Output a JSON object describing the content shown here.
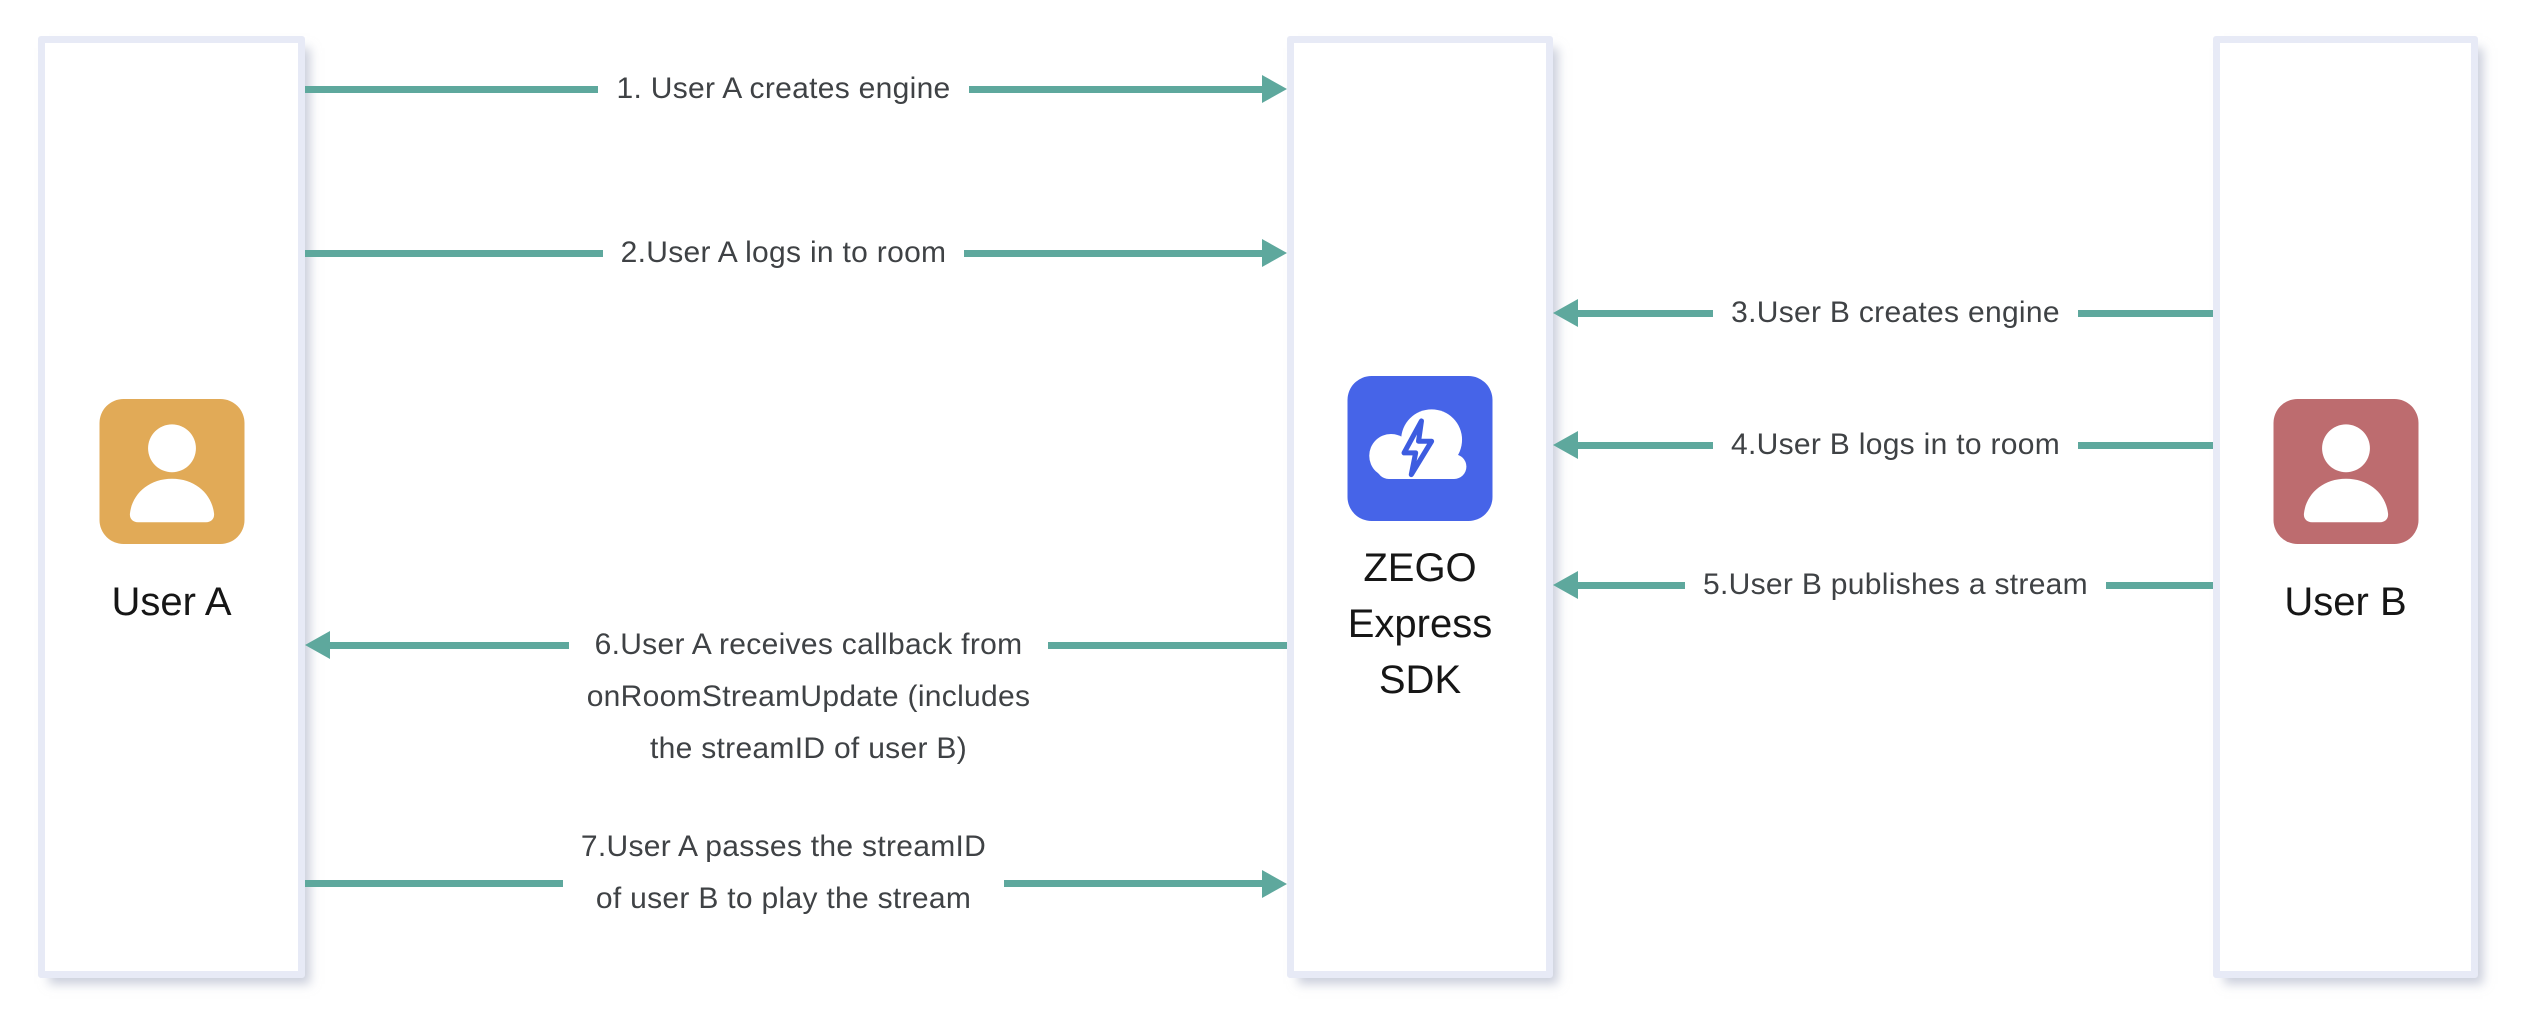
{
  "diagram": {
    "actors": [
      {
        "id": "user-a",
        "name": "User A",
        "icon": "person-icon",
        "icon_bg": "#e1aa57"
      },
      {
        "id": "zego-sdk",
        "name": "ZEGO\nExpress\nSDK",
        "icon": "cloud-lightning-icon",
        "icon_bg": "#4664e8"
      },
      {
        "id": "user-b",
        "name": "User B",
        "icon": "person-icon",
        "icon_bg": "#bd6c6f"
      }
    ],
    "messages": [
      {
        "num": 1,
        "label": "1. User A creates engine",
        "from": "User A",
        "to": "ZEGO Express SDK",
        "direction": "right"
      },
      {
        "num": 2,
        "label": "2.User A logs in to room",
        "from": "User A",
        "to": "ZEGO Express SDK",
        "direction": "right"
      },
      {
        "num": 3,
        "label": "3.User B creates engine",
        "from": "User B",
        "to": "ZEGO Express SDK",
        "direction": "left"
      },
      {
        "num": 4,
        "label": "4.User B logs in to room",
        "from": "User B",
        "to": "ZEGO Express SDK",
        "direction": "left"
      },
      {
        "num": 5,
        "label": "5.User B publishes a stream",
        "from": "User B",
        "to": "ZEGO Express SDK",
        "direction": "left"
      },
      {
        "num": 6,
        "label": "6.User A receives callback from\nonRoomStreamUpdate (includes\nthe streamID of user B)",
        "from": "ZEGO Express SDK",
        "to": "User A",
        "direction": "left"
      },
      {
        "num": 7,
        "label": "7.User A passes the streamID\nof user B to play the stream",
        "from": "User A",
        "to": "ZEGO Express SDK",
        "direction": "right"
      }
    ],
    "colors": {
      "arrow": "#5ea89d",
      "label_text": "#3f4245",
      "name_text": "#161616",
      "box_border": "#e7eaf6",
      "box_bg": "#ffffff",
      "page_bg": "#ffffff",
      "avatar_user_a": "#e1aa57",
      "avatar_user_b": "#bd6c6f",
      "sdk_icon_bg": "#4664e8"
    }
  }
}
